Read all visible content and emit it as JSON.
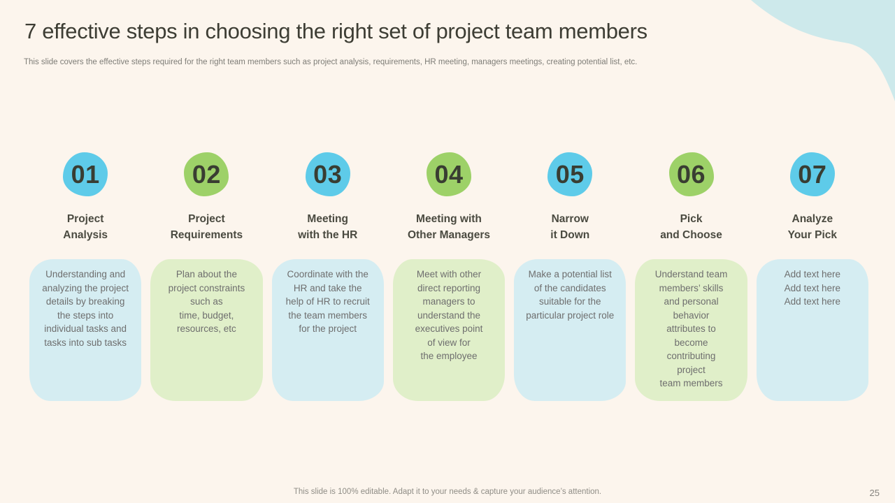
{
  "slide": {
    "title": "7 effective steps in choosing the right set of project team members",
    "subtitle": "This slide covers the effective steps required for the right team members such as project analysis, requirements, HR meeting, managers meetings, creating potential list, etc.",
    "footer_note": "This slide is 100% editable. Adapt it to your needs & capture your audience’s attention.",
    "page_number": "25"
  },
  "colors": {
    "background": "#fcf5ed",
    "badge_blue": "#5ecbe9",
    "badge_green": "#9dd168",
    "card_blue": "#d5edf2",
    "card_green": "#e0efc9",
    "corner_blue": "#cde9eb",
    "title_text": "#3d3d34",
    "heading_text": "#4a4a40",
    "body_text": "#6e6e6e"
  },
  "steps": [
    {
      "number": "01",
      "accent": "blue",
      "heading": "Project\nAnalysis",
      "description": "Understanding and\nanalyzing the project\ndetails by breaking\nthe steps into\nindividual tasks and\ntasks into sub tasks"
    },
    {
      "number": "02",
      "accent": "green",
      "heading": "Project\nRequirements",
      "description": "Plan about the\nproject constraints\nsuch as\ntime, budget,\nresources, etc"
    },
    {
      "number": "03",
      "accent": "blue",
      "heading": "Meeting\nwith the HR",
      "description": "Coordinate with the\nHR and take the\nhelp of HR to recruit\nthe team members\nfor the project"
    },
    {
      "number": "04",
      "accent": "green",
      "heading": "Meeting with\nOther Managers",
      "description": "Meet with other\ndirect reporting\nmanagers to\nunderstand the\nexecutives point\nof view for\nthe employee"
    },
    {
      "number": "05",
      "accent": "blue",
      "heading": "Narrow\nit Down",
      "description": "Make a potential list\nof the candidates\nsuitable for the\nparticular project role"
    },
    {
      "number": "06",
      "accent": "green",
      "heading": "Pick\nand Choose",
      "description": "Understand team\nmembers’ skills\nand personal\nbehavior\nattributes to\nbecome\ncontributing\nproject\nteam members"
    },
    {
      "number": "07",
      "accent": "blue",
      "heading": "Analyze\nYour Pick",
      "description": "Add text here\nAdd text here\nAdd text here"
    }
  ]
}
